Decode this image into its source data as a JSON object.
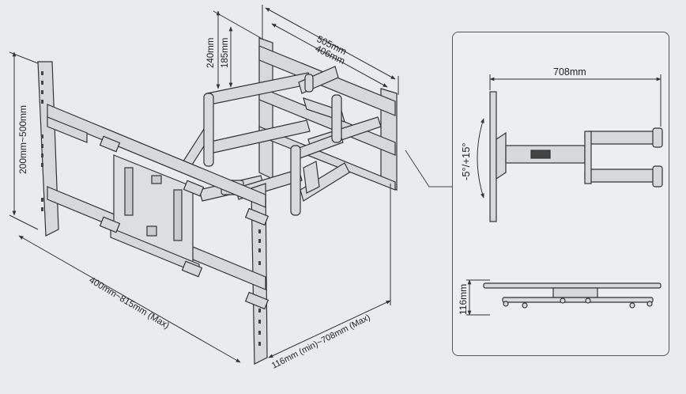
{
  "main_view": {
    "dimensions": {
      "vertical_range": "200mm~500mm",
      "horizontal_range": "400mm~815mm (Max)",
      "extension": "116mm (min)~708mm (Max)",
      "outer_width": "505mm",
      "inner_width": "406mm",
      "outer_height": "240mm",
      "inner_height": "185mm"
    }
  },
  "inset_view": {
    "max_extension": "708mm",
    "tilt": "-5°/+15°",
    "min_depth": "116mm"
  },
  "colors": {
    "line": "#333333",
    "metal": "#d6d8da",
    "background": "#e9ebec"
  }
}
